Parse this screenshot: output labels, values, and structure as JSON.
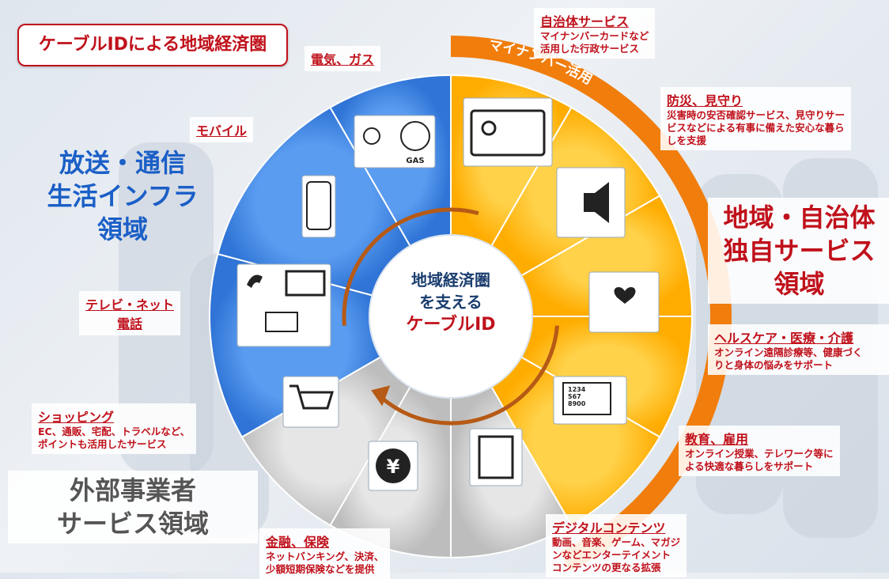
{
  "title": "ケーブルIDによる地域経済圏",
  "center": {
    "line1": "地域経済圏",
    "line2": "を支える",
    "line3": "ケーブルID"
  },
  "arc_label": "マイナンバー活用",
  "regions": {
    "left": [
      "放送・通信",
      "生活インフラ",
      "領域"
    ],
    "right": [
      "地域・自治体",
      "独自サービス",
      "領域"
    ],
    "bottom": [
      "外部事業者",
      "サービス領域"
    ]
  },
  "categories": {
    "denki_gas": {
      "title": "電気、ガス"
    },
    "mobile": {
      "title": "モバイル"
    },
    "tv_net": {
      "title_line1": "テレビ・ネット",
      "title_line2": "電話"
    },
    "shopping": {
      "title": "ショッピング",
      "desc_line1": "EC、通販、宅配、トラベルなど、",
      "desc_line2": "ポイントも活用したサービス"
    },
    "finance": {
      "title": "金融、保険",
      "desc_line1": "ネットバンキング、決済、",
      "desc_line2": "少額短期保険などを提供"
    },
    "digital": {
      "title": "デジタルコンテンツ",
      "desc_line1": "動画、音楽、ゲーム、マガジ",
      "desc_line2": "ンなどエンターテイメント",
      "desc_line3": "コンテンツの更なる拡張"
    },
    "education": {
      "title": "教育、雇用",
      "desc_line1": "オンライン授業、テレワーク等に",
      "desc_line2": "よる快適な暮らしをサポート"
    },
    "health": {
      "title": "ヘルスケア・医療・介護",
      "desc_line1": "オンライン遠隔診療等、健康づく",
      "desc_line2": "りと身体の悩みをサポート"
    },
    "disaster": {
      "title": "防災、見守り",
      "desc_line1": "災害時の安否確認サービス、見守りサー",
      "desc_line2": "ビスなどによる有事に備えた安心な暮ら",
      "desc_line3": "しを支援"
    },
    "municipal": {
      "title": "自治体サービス",
      "desc_line1": "マイナンバーカードなど",
      "desc_line2": "活用した行政サービス"
    }
  },
  "icons": {
    "gas_text": "GAS",
    "edu_board": [
      "1234",
      "567",
      "8900"
    ],
    "yen": "¥"
  },
  "colors": {
    "blue": "#3e86e3",
    "orange": "#ffb300",
    "gray": "#cfcfcf",
    "red": "#c0111b",
    "arc": "#f07d0c"
  }
}
